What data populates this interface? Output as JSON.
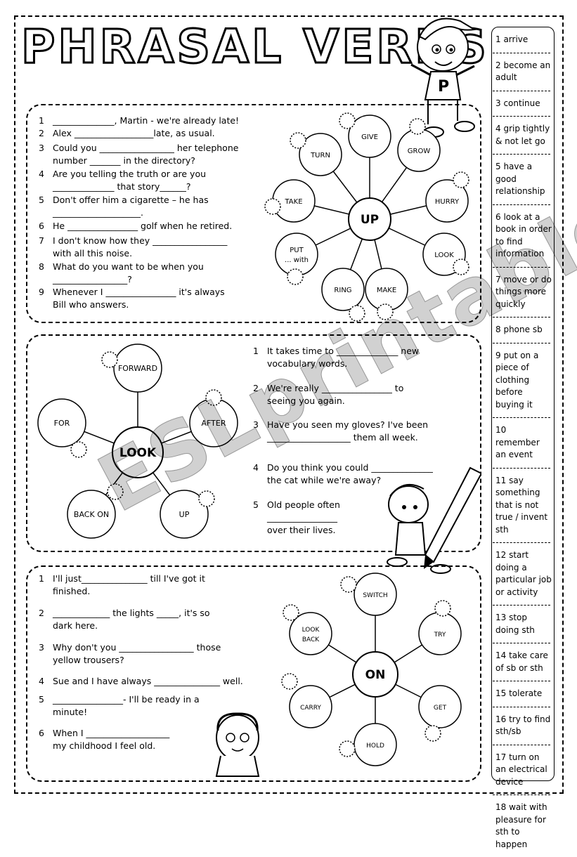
{
  "title": "PHRASAL VERBS",
  "watermark": "ESLprintables.com",
  "section1": {
    "questions": [
      {
        "n": "1",
        "lines": [
          "______________, Martin - we're already late!"
        ]
      },
      {
        "n": "2",
        "lines": [
          "Alex __________________late, as usual."
        ]
      },
      {
        "n": "3",
        "lines": [
          "Could you _________________ her telephone",
          "number _______ in the directory?"
        ]
      },
      {
        "n": "4",
        "lines": [
          "Are you telling the truth or are you",
          "______________ that story______?"
        ]
      },
      {
        "n": "5",
        "lines": [
          "Don't offer him a cigarette – he has",
          "____________________."
        ]
      },
      {
        "n": "6",
        "lines": [
          "He ________________ golf when he retired."
        ]
      },
      {
        "n": "7",
        "lines": [
          "I don't know how they _________________",
          "with all this noise."
        ]
      },
      {
        "n": "8",
        "lines": [
          "What do you want to be when you",
          "_________________?"
        ]
      },
      {
        "n": "9",
        "lines": [
          "Whenever I ________________ it's always",
          "Bill who answers."
        ]
      }
    ],
    "center": "UP",
    "spokes": [
      "GIVE",
      "GROW",
      "HURRY",
      "LOOK",
      "MAKE",
      "RING",
      "PUT ... with",
      "TAKE",
      "TURN"
    ]
  },
  "section2": {
    "questions": [
      {
        "n": "1",
        "lines": [
          "It takes time to ______________ new",
          "vocabulary words."
        ]
      },
      {
        "n": "2",
        "lines": [
          "We're really ________________ to",
          "seeing you again."
        ]
      },
      {
        "n": "3",
        "lines": [
          "Have you seen my gloves? I've been",
          "___________________ them all week."
        ]
      },
      {
        "n": "4",
        "lines": [
          "Do you think you could ______________",
          "the cat while we're away?"
        ]
      },
      {
        "n": "5",
        "lines": [
          "Old people often",
          "________________",
          "over their lives."
        ]
      }
    ],
    "center": "LOOK",
    "spokes": [
      "FORWARD",
      "AFTER",
      "UP",
      "BACK ON",
      "FOR"
    ]
  },
  "section3": {
    "questions": [
      {
        "n": "1",
        "lines": [
          "I'll just_______________ till I've got it",
          "finished."
        ]
      },
      {
        "n": "2",
        "lines": [
          "_____________ the lights _____, it's so",
          "dark here."
        ]
      },
      {
        "n": "3",
        "lines": [
          "Why don't you _________________ those",
          "yellow trousers?"
        ]
      },
      {
        "n": "4",
        "lines": [
          "Sue and I have always _______________ well."
        ]
      },
      {
        "n": "5",
        "lines": [
          "________________- I'll be ready in a",
          "minute!"
        ]
      },
      {
        "n": "6",
        "lines": [
          "When I ___________________",
          "my childhood I feel old."
        ]
      }
    ],
    "center": "ON",
    "spokes": [
      "SWITCH",
      "TRY",
      "GET",
      "HOLD",
      "CARRY",
      "LOOK BACK"
    ]
  },
  "definitions": [
    "1    arrive",
    "2    become an adult",
    "3    continue",
    "4    grip tightly & not let go",
    "5    have a good relationship",
    "6    look at a book in order to find information",
    "7    move or do things more quickly",
    "8    phone sb",
    "9    put on a piece of clothing before buying it",
    "10 remember an event",
    "11   say something that is not true / invent sth",
    "12  start doing a particular job or activity",
    "13  stop doing sth",
    "14  take care of sb or sth",
    "15  tolerate",
    "16  try to find sth/sb",
    "17  turn on an electrical device",
    "18  wait with pleasure for sth to happen"
  ]
}
